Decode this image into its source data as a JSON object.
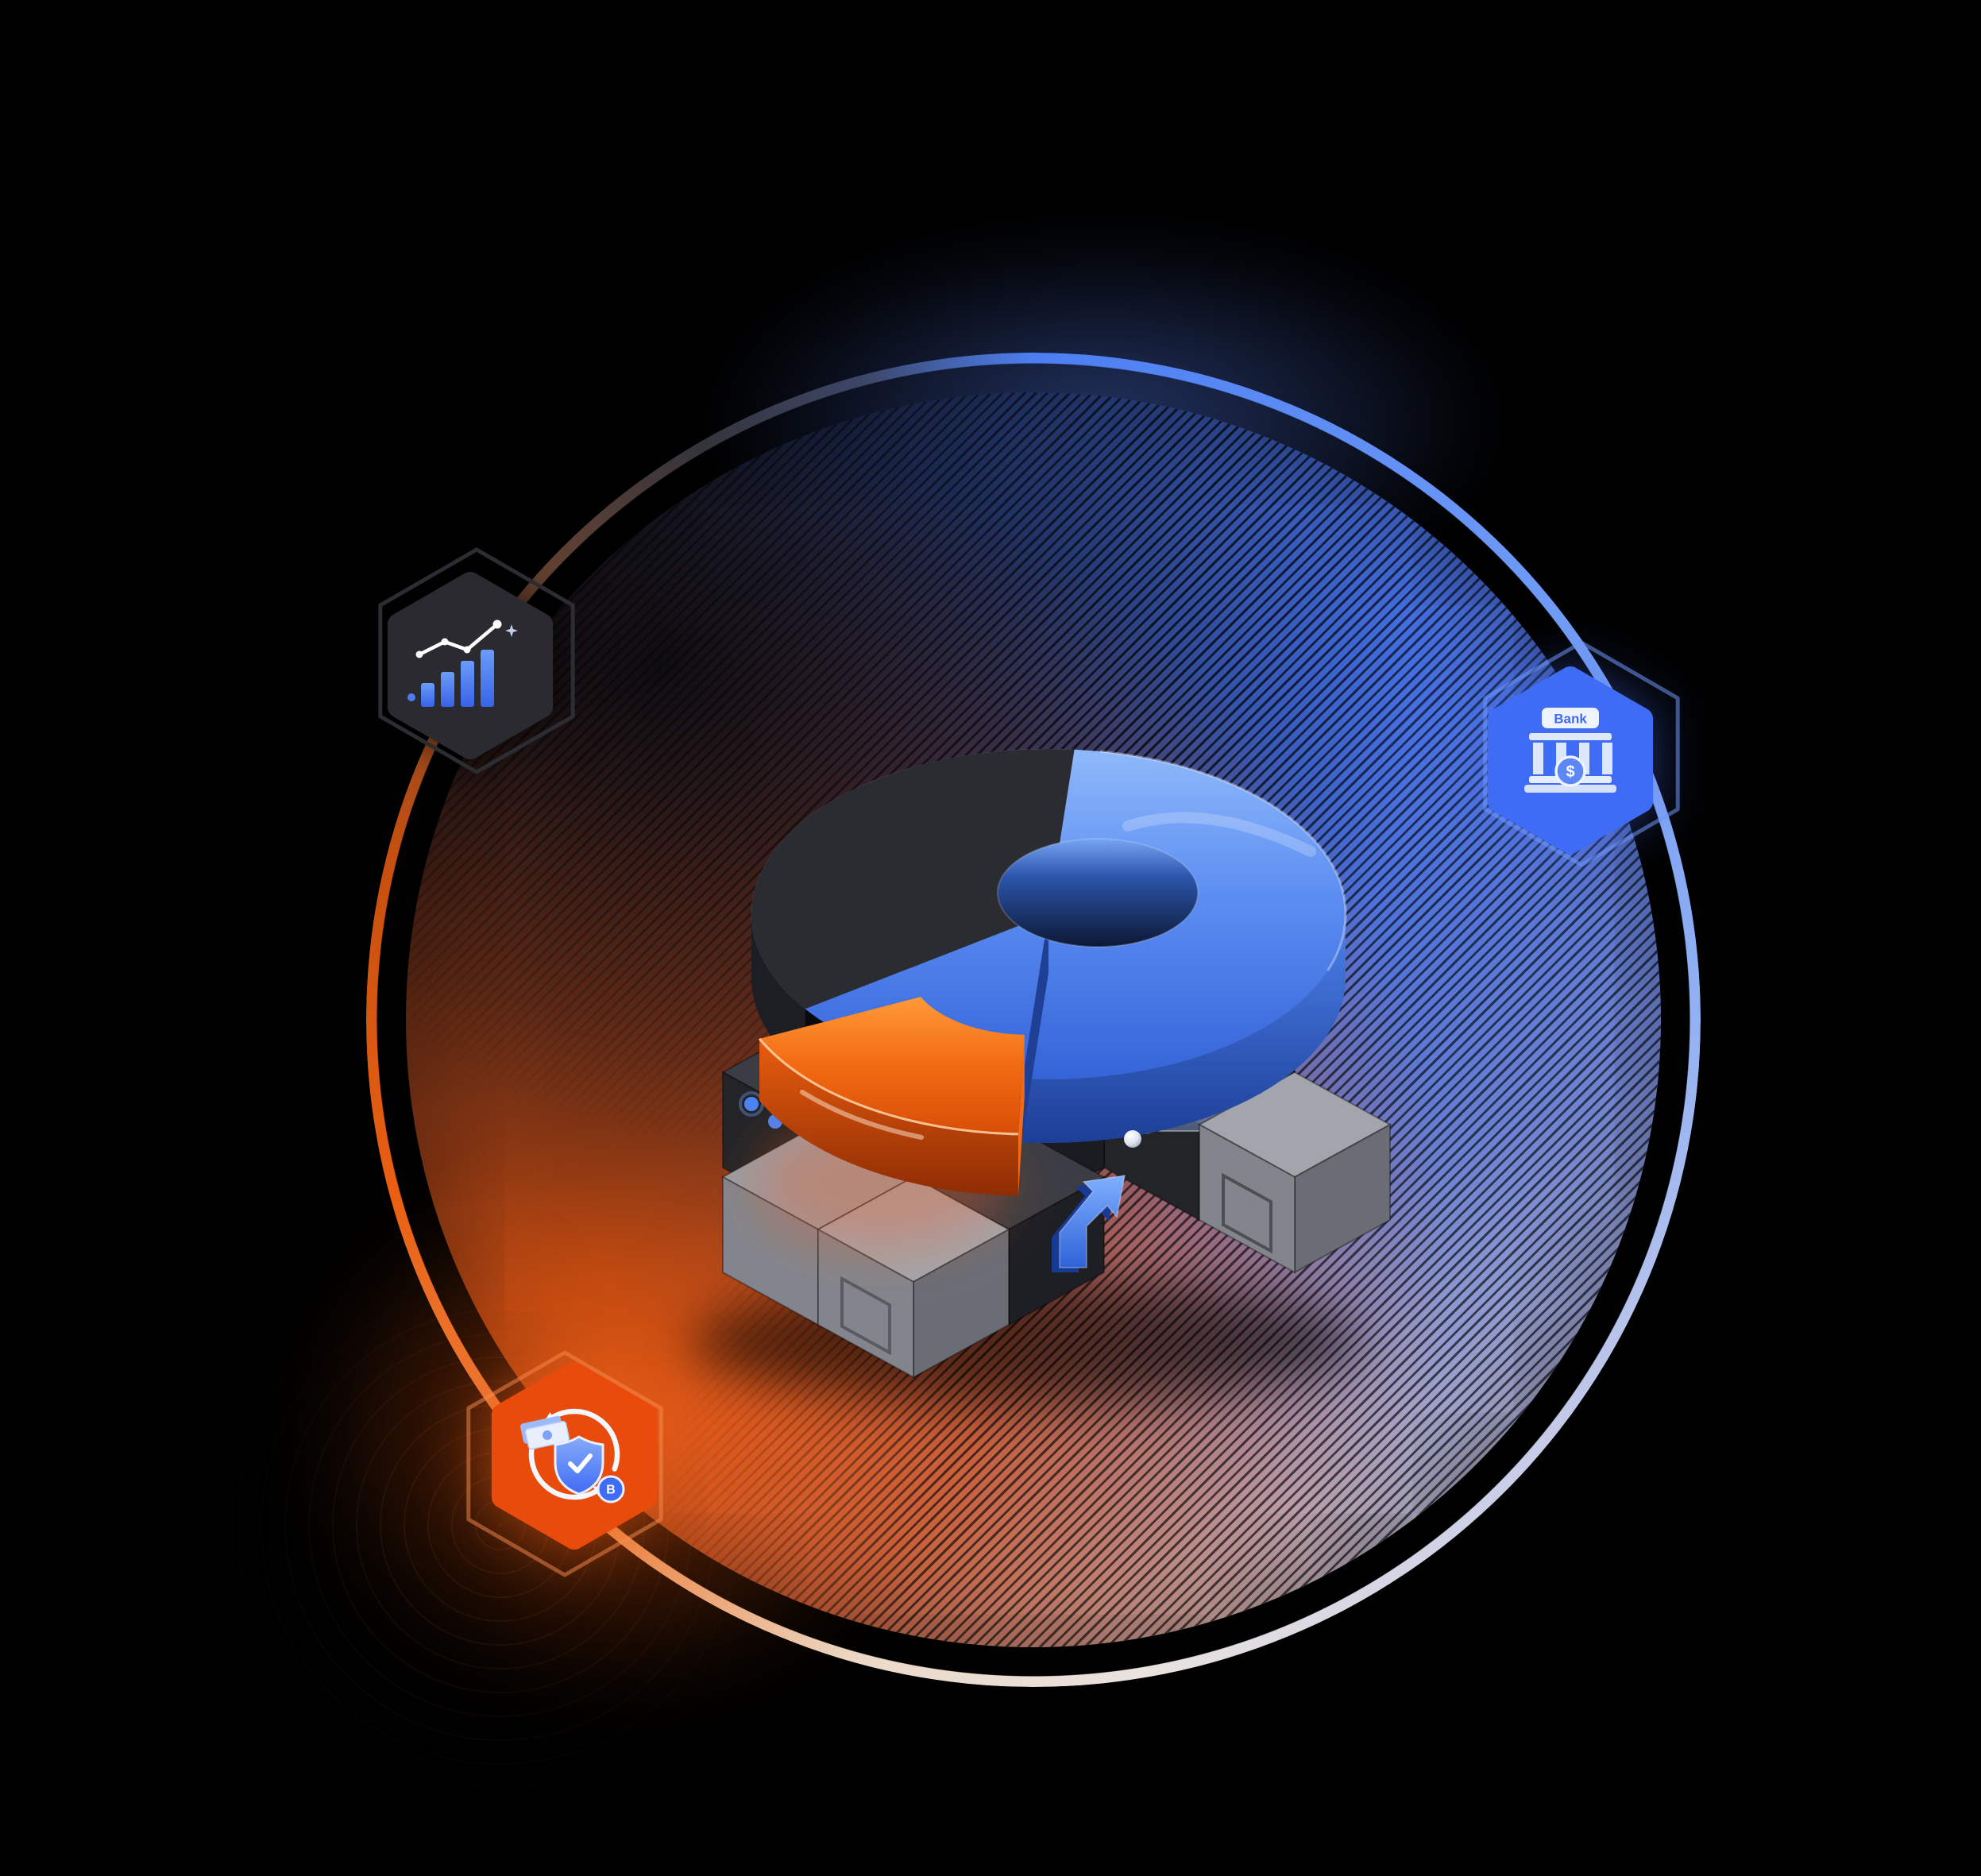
{
  "scene": {
    "title": "3D fintech illustration with gradient ring",
    "background_color": "#000000",
    "accent_blue": "#3e6cf4",
    "accent_orange": "#e8500a",
    "ring_colors": {
      "top_blue": "#4c7ef2",
      "bottom_white": "#e9e2df",
      "left_orange": "#ea5f12",
      "top_left_dark": "#34343c"
    }
  },
  "badges": {
    "analytics": {
      "icon": "growth-bar-chart-icon",
      "background_color": "#2a2a30",
      "bar_color": "#4a7df2",
      "line_color": "#ffffff"
    },
    "bank": {
      "icon": "bank-building-icon",
      "background_color": "#3e6cf4",
      "label": "Bank",
      "coin_symbol": "$",
      "icon_color": "#eef3fe"
    },
    "exchange": {
      "icon": "secure-crypto-exchange-icon",
      "background_color": "#e84b0b",
      "shield_color": "#3e6cf4",
      "coin_symbol": "B",
      "arrow_color": "#f4f7fe"
    }
  },
  "illustration": {
    "name": "3d-donut-chart-on-metal-cubes",
    "donut_blue": "#4a80e8",
    "donut_dark_segment": "#2c2d33",
    "wedge_orange": "#f26a12",
    "arrow_icon": "up-right-arrow-icon",
    "arrow_color": "#4a82f0"
  }
}
